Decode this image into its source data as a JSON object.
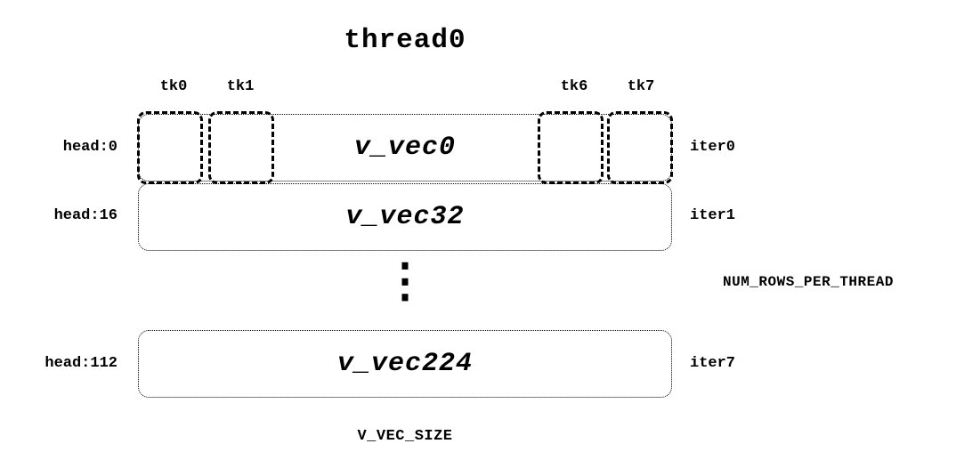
{
  "title": "thread0",
  "tick_labels": [
    "tk0",
    "tk1",
    "tk6",
    "tk7"
  ],
  "rows": [
    {
      "head": "head:0",
      "label": "v_vec0",
      "iter": "iter0"
    },
    {
      "head": "head:16",
      "label": "v_vec32",
      "iter": "iter1"
    },
    {
      "head": "head:112",
      "label": "v_vec224",
      "iter": "iter7"
    }
  ],
  "ellipsis": "⋮",
  "right_label": "NUM_ROWS_PER_THREAD",
  "bottom_label": "V_VEC_SIZE"
}
